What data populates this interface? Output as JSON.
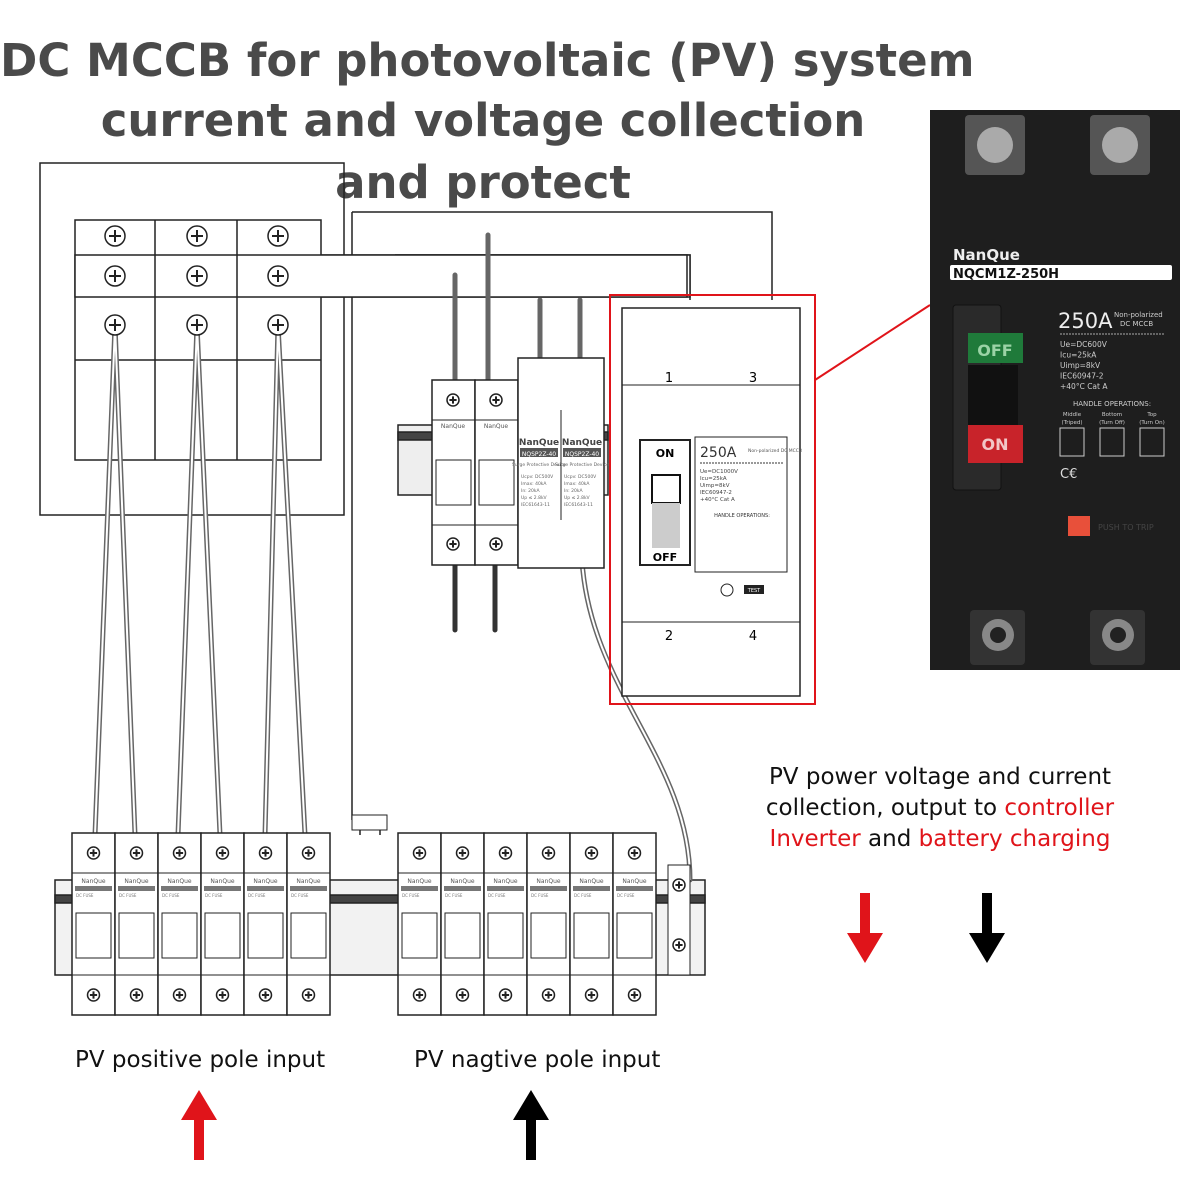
{
  "title": {
    "line1": "DC MCCB for photovoltaic (PV) system",
    "line2": "current and voltage collection",
    "line3": "and protect"
  },
  "note": {
    "line1": "PV power voltage and current",
    "line2_prefix": "collection, output to ",
    "line2_red": "controller",
    "line3_red1": "Inverter",
    "line3_mid": " and ",
    "line3_red2": "battery charging"
  },
  "labels": {
    "positive": "PV positive pole input",
    "negative": "PV nagtive pole input"
  },
  "arrows": [
    {
      "direction": "down",
      "color": "#e0141a"
    },
    {
      "direction": "down",
      "color": "#000000"
    },
    {
      "direction": "up",
      "color": "#e0141a"
    },
    {
      "direction": "up",
      "color": "#000000"
    }
  ],
  "diagram_mccb": {
    "on": "ON",
    "off": "OFF",
    "rating": "250A",
    "type": "Non-polarized DC MCCB",
    "specs": [
      "Ue=DC1000V",
      "Icu=25kA",
      "Uimp=8kV",
      "IEC60947-2",
      "+40°C  Cat A"
    ],
    "handle_ops": "HANDLE OPERATIONS:",
    "test": "TEST",
    "terminals": [
      "1",
      "3",
      "2",
      "4"
    ]
  },
  "spd": {
    "brand": "NanQue",
    "model": "NQSP2Z-40",
    "desc": "Surge Protective Device",
    "specs": [
      "Ucpv: DC500V",
      "Imax: 40kA",
      "In: 20kA",
      "Up ≤ 2.8kV",
      "IEC61643-11"
    ]
  },
  "fuse": {
    "brand": "NanQue",
    "type": "DC FUSE"
  },
  "photo": {
    "brand": "NanQue",
    "model": "NQCM1Z-250H",
    "rating": "250A",
    "type_line1": "Non-polarized",
    "type_line2": "DC MCCB",
    "specs": [
      "Ue=DC600V",
      "Icu=25kA",
      "Uimp=8kV",
      "IEC60947-2",
      "+40°C  Cat A"
    ],
    "handle_ops": "HANDLE OPERATIONS:",
    "ops": [
      {
        "pos": "Middle",
        "state": "(Triped)"
      },
      {
        "pos": "Bottom",
        "state": "(Turn Off)"
      },
      {
        "pos": "Top",
        "state": "(Turn On)"
      }
    ],
    "off": "OFF",
    "on": "ON",
    "push": "PUSH TO TRIP",
    "colors": {
      "body": "#1e1e1e",
      "off": "#1f7a3a",
      "on": "#c8232a",
      "push": "#e8503a"
    }
  },
  "highlight_color": "#e0141a"
}
